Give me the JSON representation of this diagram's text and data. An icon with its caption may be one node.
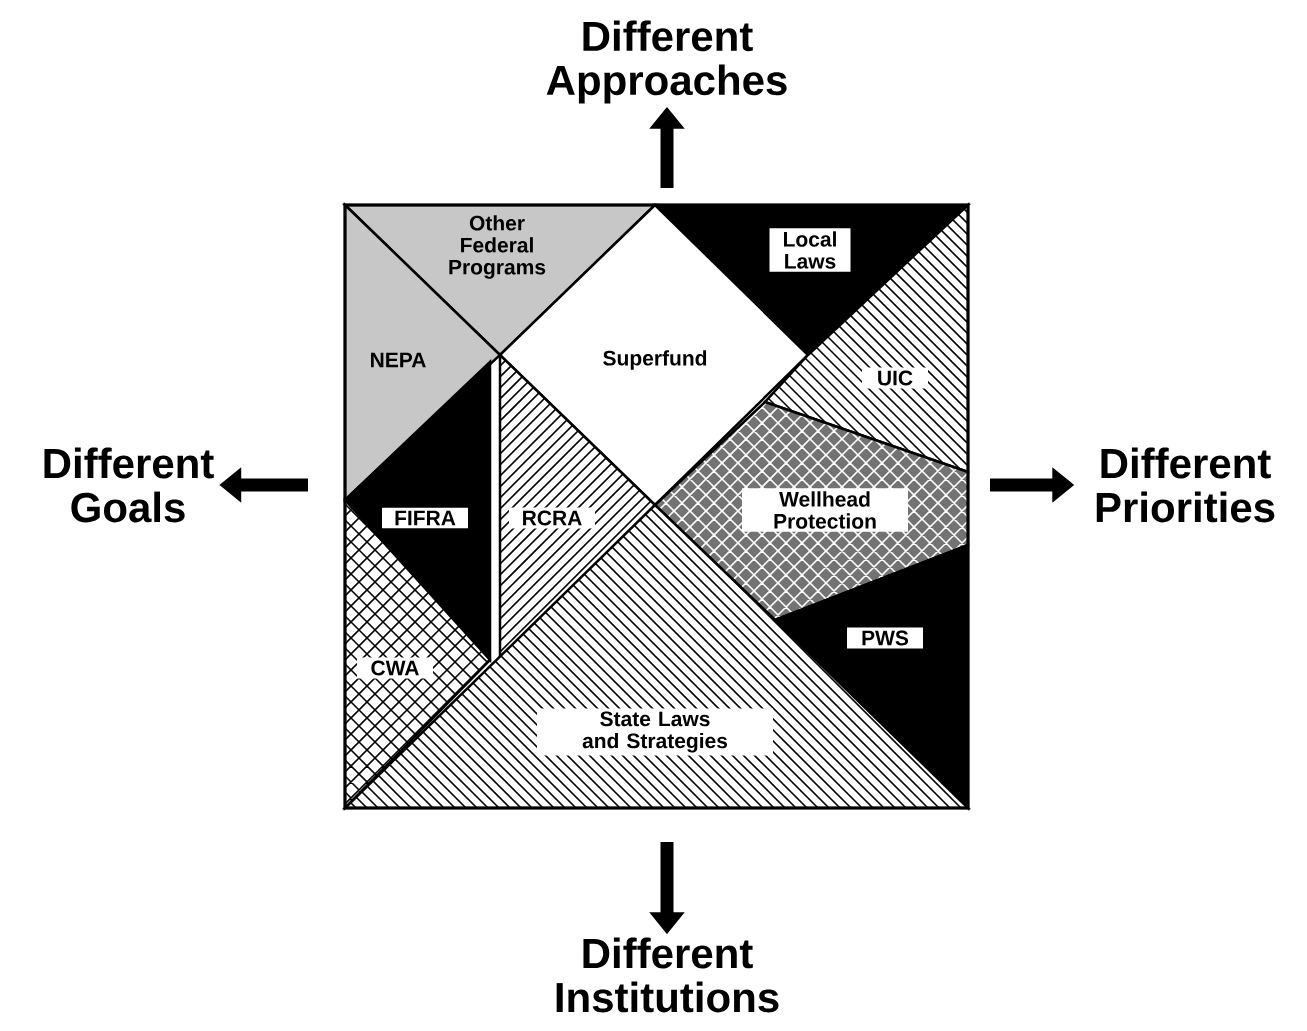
{
  "diagram": {
    "nodes": [
      {
        "text": [
          "Different Approaches"
        ]
      },
      {
        "text": [
          "Other Federal Programs"
        ]
      },
      {
        "text": [
          "Local Laws"
        ]
      },
      {
        "text": [
          "NEPA"
        ]
      },
      {
        "text": [
          "Superfund"
        ]
      },
      {
        "text": [
          "UIC"
        ]
      },
      {
        "text": [
          "Different Goals"
        ]
      },
      {
        "text": [
          "FIFRA"
        ]
      },
      {
        "text": [
          "RCRA"
        ]
      },
      {
        "text": [
          "Wellhead Protection"
        ]
      },
      {
        "text": [
          "Different Priorities"
        ]
      },
      {
        "text": [
          "PWS"
        ]
      },
      {
        "text": [
          "CWA"
        ]
      },
      {
        "text": [
          "State Laws and Strategies"
        ]
      },
      {
        "text": [
          "Different Institutions"
        ]
      }
    ],
    "edges": [
      {
        "from": null,
        "to": 0,
        "arrow": "to"
      },
      {
        "from": null,
        "to": 6,
        "arrow": "to"
      },
      {
        "from": null,
        "to": 10,
        "arrow": "to"
      },
      {
        "from": null,
        "to": 14,
        "arrow": "to"
      }
    ]
  }
}
